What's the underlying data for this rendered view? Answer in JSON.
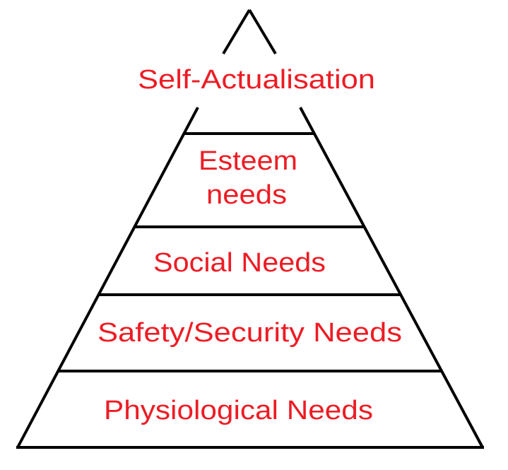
{
  "diagram": {
    "levels": [
      {
        "label": "Self-Actualisation"
      },
      {
        "label": "Esteem",
        "label2": "needs"
      },
      {
        "label": "Social Needs"
      },
      {
        "label": "Safety/Security Needs"
      },
      {
        "label": "Physiological Needs"
      }
    ],
    "colors": {
      "text": "#ed1c24",
      "line": "#000000",
      "background": "#ffffff"
    }
  }
}
